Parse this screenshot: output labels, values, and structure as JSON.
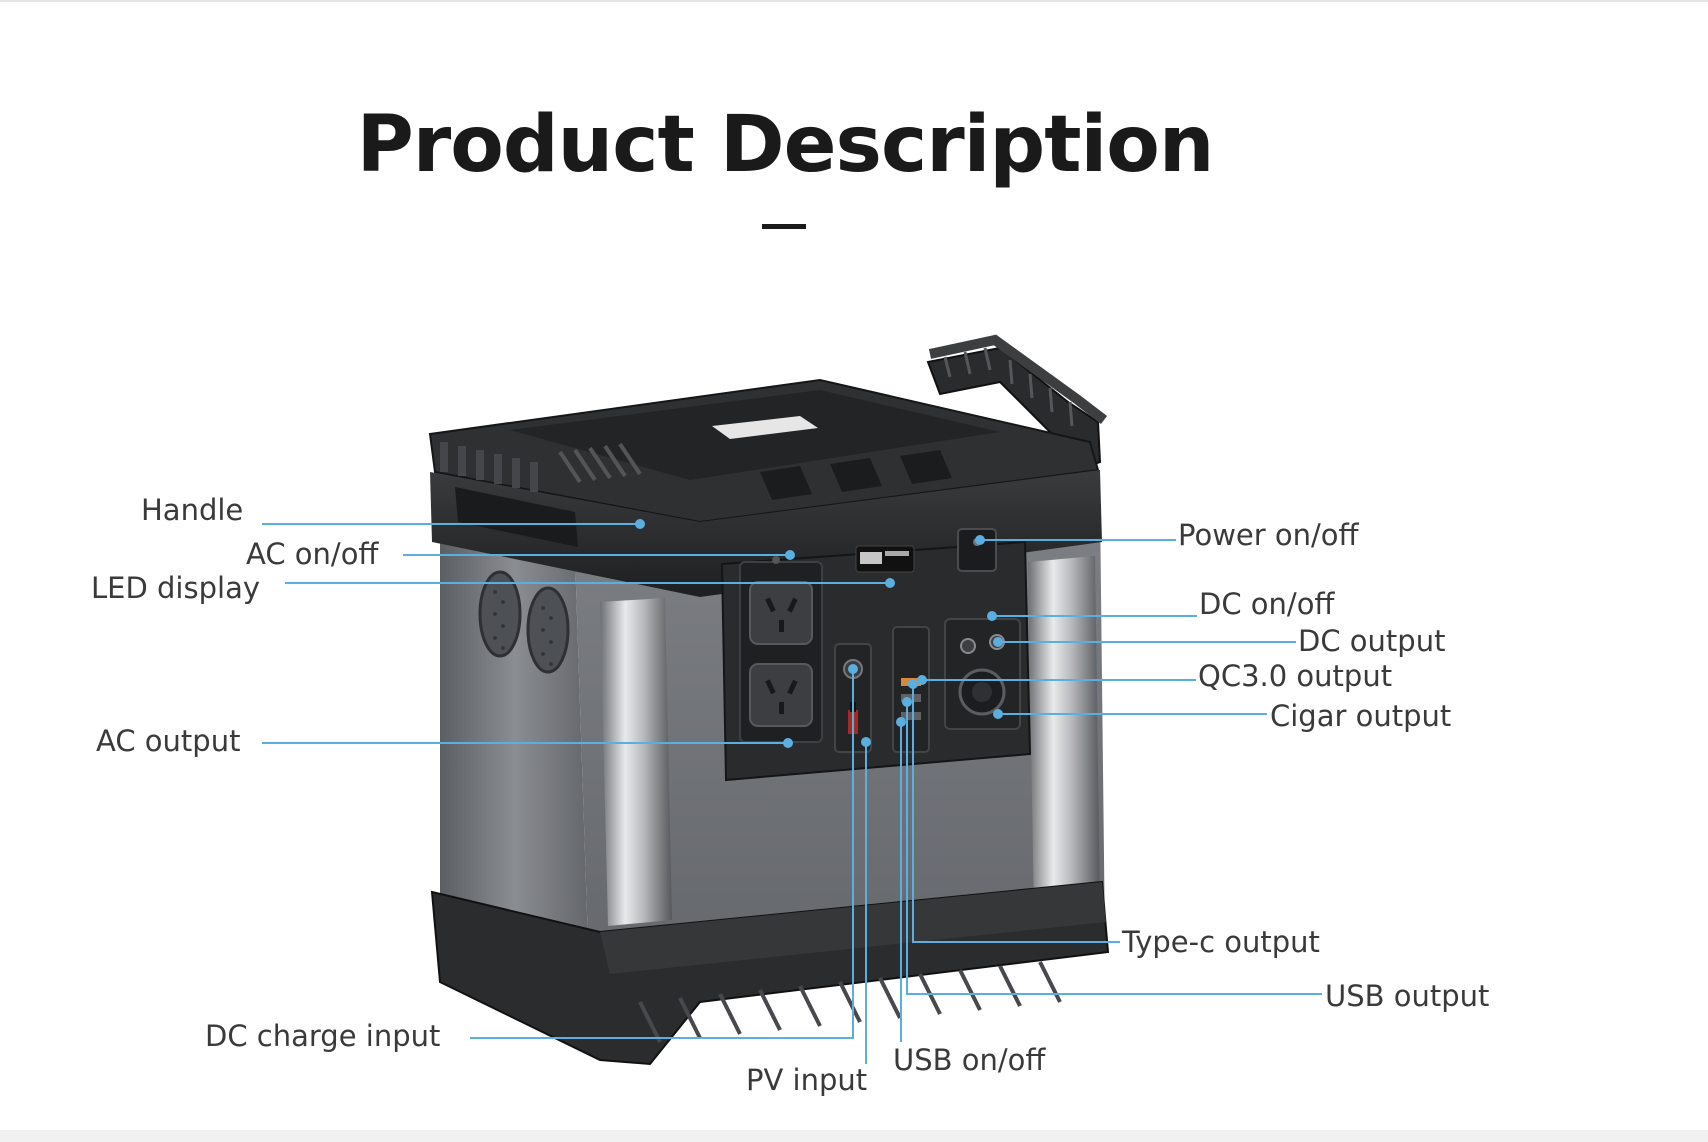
{
  "title": "Product Description",
  "colors": {
    "leader_line": "#5aaee0",
    "title": "#1a1a1a",
    "label": "#3a3a3a"
  },
  "labels": {
    "handle": "Handle",
    "ac_on_off": "AC on/off",
    "led_display": "LED display",
    "ac_output": "AC output",
    "dc_charge_input": "DC charge input",
    "pv_input": "PV input",
    "usb_on_off": "USB on/off",
    "power_on_off": "Power on/off",
    "dc_on_off": "DC on/off",
    "dc_output": "DC output",
    "qc30_output": "QC3.0 output",
    "cigar_output": "Cigar output",
    "type_c_output": "Type-c output",
    "usb_output": "USB output"
  }
}
